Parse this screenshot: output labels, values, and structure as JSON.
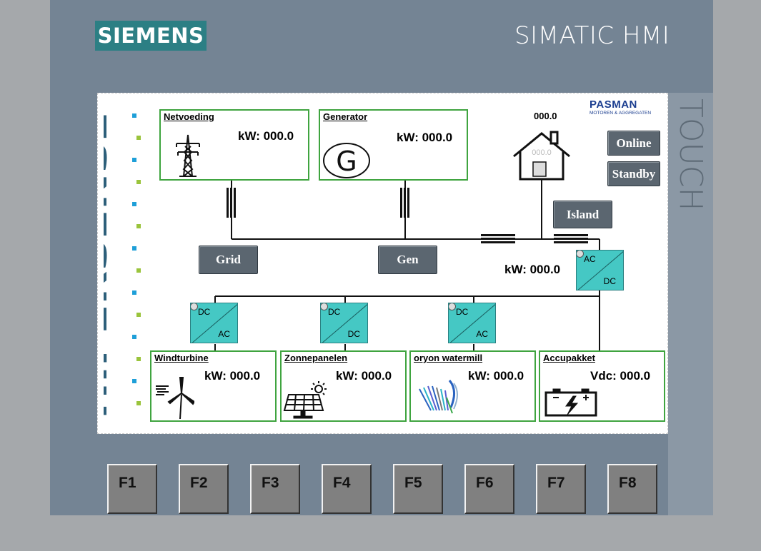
{
  "device": {
    "brand": "SIEMENS",
    "model": "SIMATIC HMI",
    "side_label": "TOUCH"
  },
  "logos": {
    "side_logo": "HIPERSENSE",
    "company": "PASMAN",
    "company_sub": "MOTOREN & AGGREGATEN"
  },
  "panels": {
    "netvoeding": {
      "title": "Netvoeding",
      "reading": "kW:  000.0"
    },
    "generator": {
      "title": "Generator",
      "reading": "kW: 000.0"
    },
    "windturbine": {
      "title": "Windturbine",
      "reading": "kW:  000.0"
    },
    "zonnepanelen": {
      "title": "Zonnepanelen",
      "reading": "kW: 000.0"
    },
    "watermill": {
      "title": "oryon watermill",
      "reading": "kW: 000.0"
    },
    "accupakket": {
      "title": "Accupakket",
      "reading": "Vdc:  000.0"
    }
  },
  "house": {
    "value": "000.0",
    "inner_value": "000.0"
  },
  "ac_bus": {
    "reading": "kW: 000.0"
  },
  "buttons": {
    "online": "Online",
    "standby": "Standby",
    "island": "Island",
    "grid": "Grid",
    "gen": "Gen"
  },
  "converters": {
    "main": {
      "top": "AC",
      "bottom": "DC"
    },
    "wind": {
      "top": "DC",
      "bottom": "AC"
    },
    "solar": {
      "top": "DC",
      "bottom": "DC"
    },
    "water": {
      "top": "DC",
      "bottom": "AC"
    }
  },
  "function_keys": [
    "F1",
    "F2",
    "F3",
    "F4",
    "F5",
    "F6",
    "F7",
    "F8"
  ],
  "colors": {
    "siemens_teal": "#2c7f84",
    "panel_border": "#3fa43f",
    "converter": "#45c8c4",
    "button": "#5b6670",
    "bezel": "#748494",
    "pasman_blue": "#1a3d8f"
  }
}
